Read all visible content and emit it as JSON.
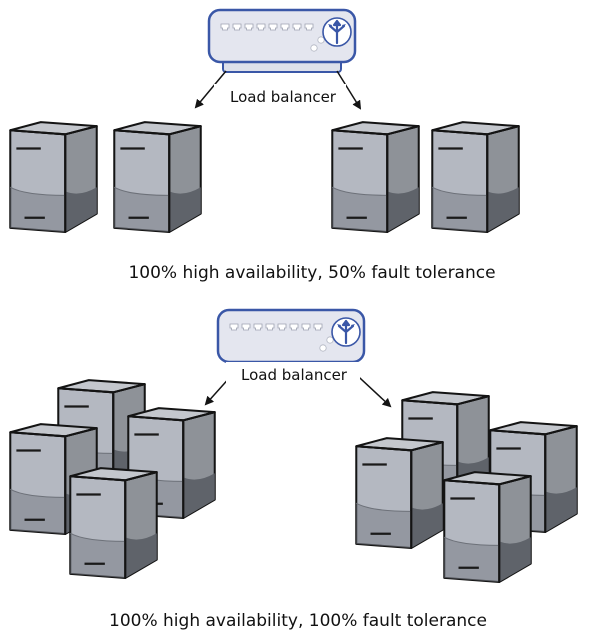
{
  "diagrams": [
    {
      "load_balancer_label": "Load balancer",
      "caption": "100% high availability, 50% fault tolerance",
      "servers_per_group": 2
    },
    {
      "load_balancer_label": "Load balancer",
      "caption": "100% high availability, 100% fault tolerance",
      "servers_per_group": 4
    }
  ],
  "colors": {
    "device_border": "#3a57a7",
    "device_fill": "#e4e6ef",
    "server_front": "#b4b8c1",
    "server_side": "#8e9298",
    "server_top": "#c4c7cd",
    "server_shade": "#5f636a",
    "outline": "#141414"
  },
  "icons": [
    "load-balancer-icon",
    "server-icon",
    "arrow-icon"
  ]
}
